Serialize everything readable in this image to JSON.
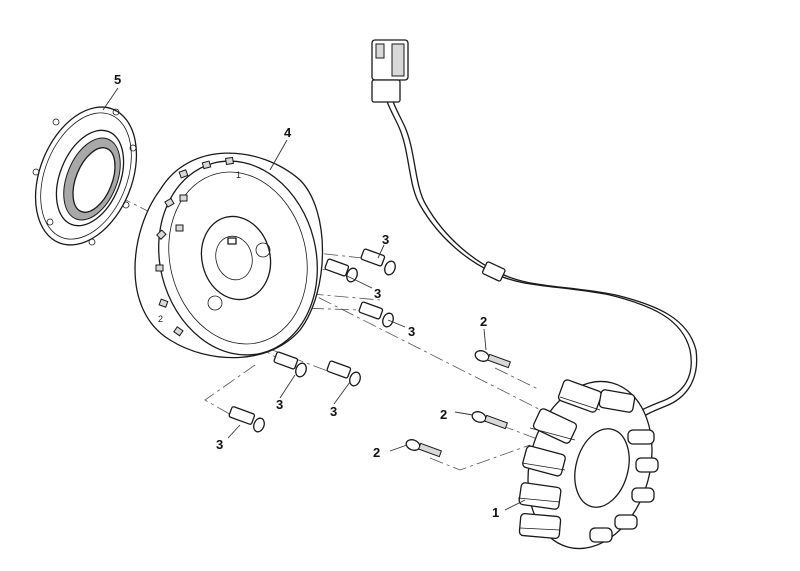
{
  "callouts": {
    "stator": "1",
    "stator_bolt_a": "2",
    "stator_bolt_b": "2",
    "stator_bolt_c": "2",
    "flywheel_bolt_a": "3",
    "flywheel_bolt_b": "3",
    "flywheel_bolt_c": "3",
    "flywheel_bolt_d": "3",
    "flywheel_bolt_e": "3",
    "flywheel_bolt_f": "3",
    "flywheel": "4",
    "starter_clutch": "5"
  },
  "stamps": {
    "flywheel_mark_1": "1",
    "flywheel_mark_2": "2"
  }
}
